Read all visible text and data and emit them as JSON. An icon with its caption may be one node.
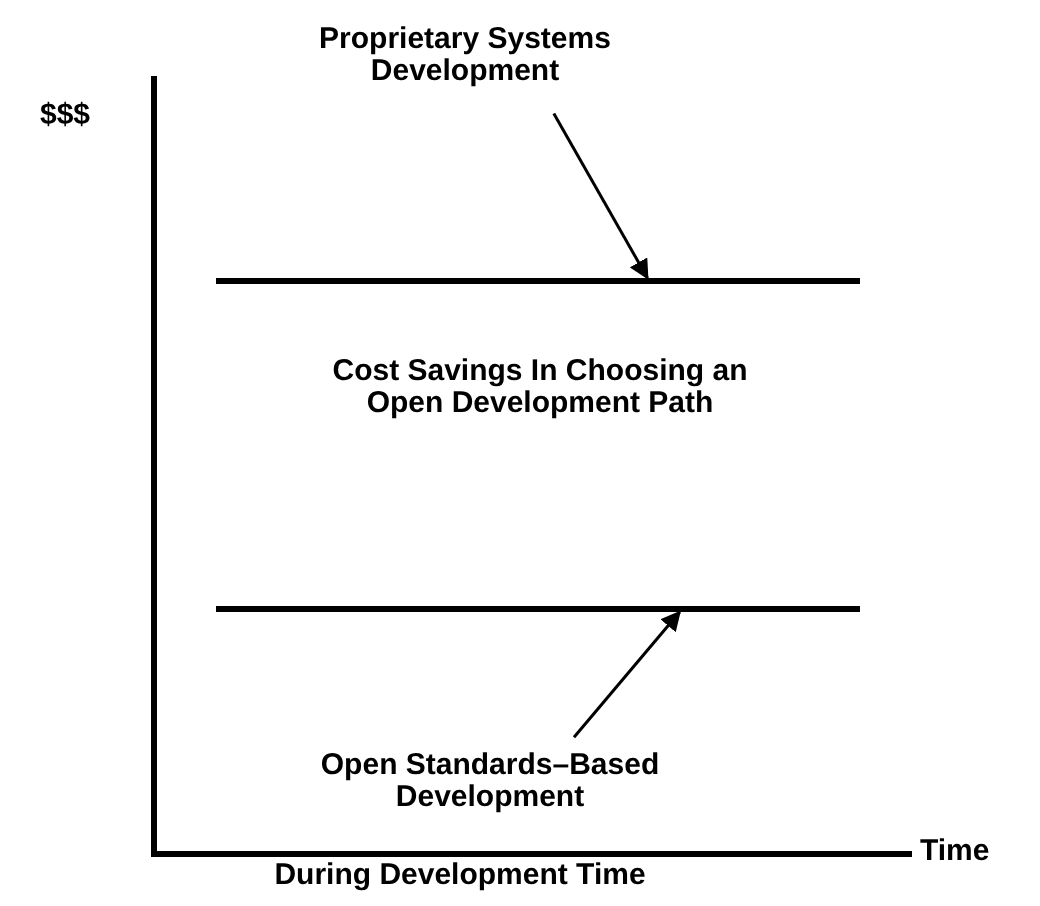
{
  "diagram": {
    "nodes": [
      {
        "text": [
          "Proprietary Systems Development"
        ]
      },
      {
        "text": [],
        "shape": "bar"
      },
      {
        "text": [],
        "shape": "bar"
      },
      {
        "text": [
          "Open Standards–Based Development"
        ]
      }
    ],
    "edges": [
      {
        "from": 0,
        "to": 1,
        "arrow": "to"
      },
      {
        "from": 3,
        "to": 2,
        "arrow": "to"
      }
    ],
    "labels": [
      "$$$",
      "Cost Savings In Choosing an Open Development Path",
      "Time",
      "During Development Time"
    ]
  }
}
